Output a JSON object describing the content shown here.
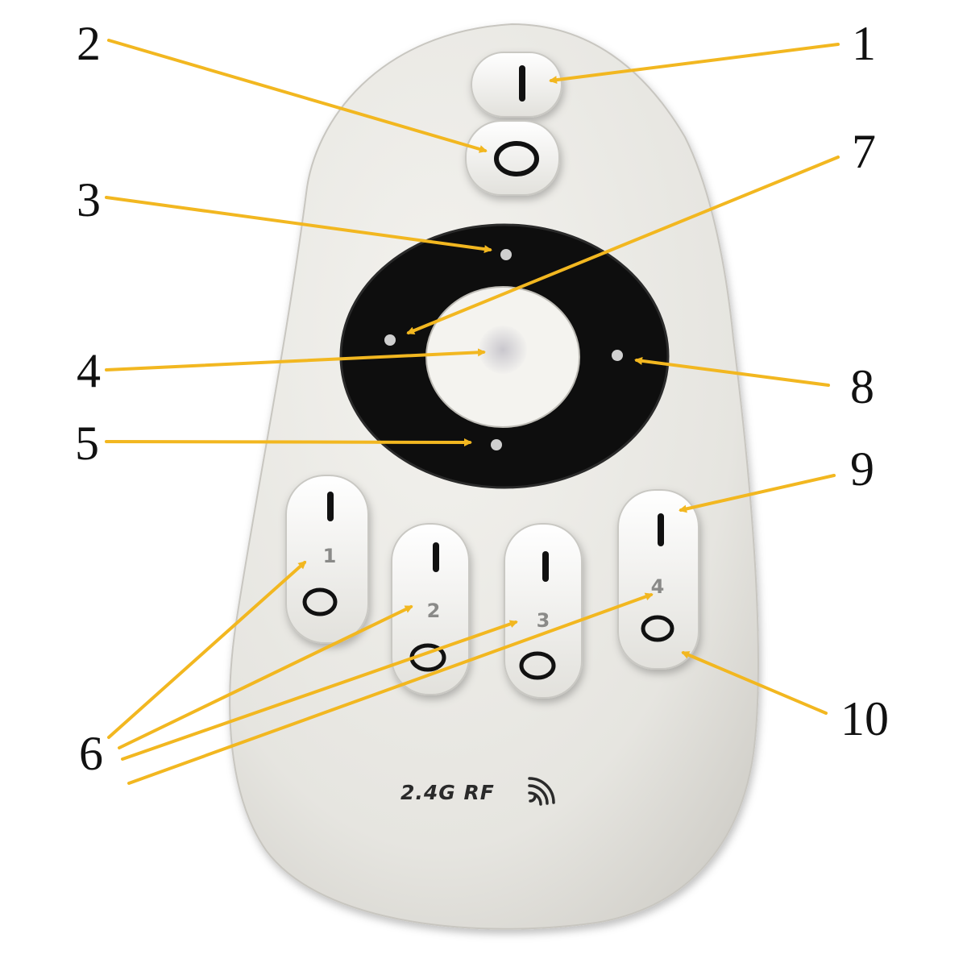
{
  "colors": {
    "background": "#ffffff",
    "remote_body": "#e9e8e3",
    "button": "#f4f4f1",
    "ring": "#0e0e0e",
    "arrow": "#f2b720",
    "label_text": "#111111"
  },
  "callouts": [
    "1",
    "2",
    "3",
    "4",
    "5",
    "6",
    "7",
    "8",
    "9",
    "10"
  ],
  "remote": {
    "zone_digits": [
      "1",
      "2",
      "3",
      "4"
    ],
    "rf_label": "2.4G RF"
  }
}
